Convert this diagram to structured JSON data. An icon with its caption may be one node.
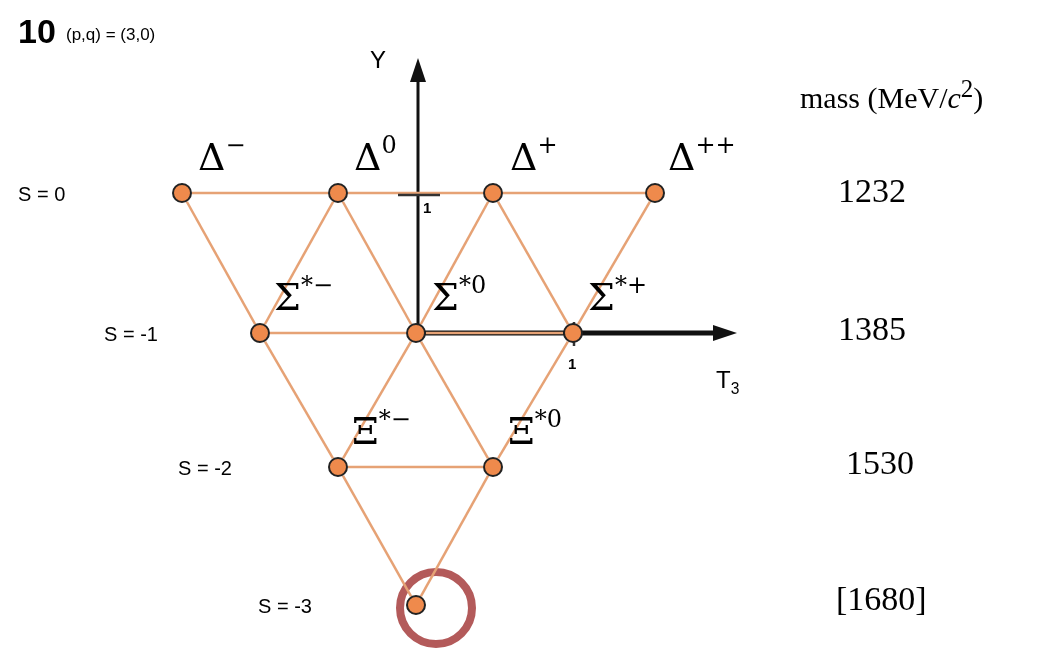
{
  "diagram": {
    "nodes": [
      {
        "text": [],
        "shape": "circle",
        "beside": [
          "Δ$^{−}$"
        ]
      },
      {
        "text": [],
        "shape": "circle",
        "beside": [
          "Δ$^{0}$"
        ]
      },
      {
        "text": [],
        "shape": "circle",
        "beside": [
          "Δ$^{+}$"
        ]
      },
      {
        "text": [],
        "shape": "circle",
        "beside": [
          "Δ$^{++}$"
        ]
      },
      {
        "text": [],
        "shape": "circle",
        "beside": [
          "Σ$^{*−}$"
        ]
      },
      {
        "text": [],
        "shape": "circle",
        "beside": [
          "Σ$^{*0}$"
        ]
      },
      {
        "text": [],
        "shape": "circle",
        "beside": [
          "Σ$^{*+}$"
        ]
      },
      {
        "text": [],
        "shape": "circle",
        "beside": [
          "Ξ$^{*−}$"
        ]
      },
      {
        "text": [],
        "shape": "circle",
        "beside": [
          "Ξ$^{*0}$"
        ]
      },
      {
        "text": [],
        "shape": "circle"
      }
    ],
    "edges": [
      {
        "from": 0,
        "to": 1,
        "arrow": "none"
      },
      {
        "from": 1,
        "to": 2,
        "arrow": "none"
      },
      {
        "from": 2,
        "to": 3,
        "arrow": "none"
      },
      {
        "from": 0,
        "to": 4,
        "arrow": "none"
      },
      {
        "from": 1,
        "to": 4,
        "arrow": "none"
      },
      {
        "from": 1,
        "to": 5,
        "arrow": "none"
      },
      {
        "from": 2,
        "to": 5,
        "arrow": "none"
      },
      {
        "from": 2,
        "to": 6,
        "arrow": "none"
      },
      {
        "from": 3,
        "to": 6,
        "arrow": "none"
      },
      {
        "from": 4,
        "to": 5,
        "arrow": "none"
      },
      {
        "from": 5,
        "to": 6,
        "arrow": "none"
      },
      {
        "from": 4,
        "to": 7,
        "arrow": "none"
      },
      {
        "from": 5,
        "to": 7,
        "arrow": "none"
      },
      {
        "from": 5,
        "to": 8,
        "arrow": "none"
      },
      {
        "from": 6,
        "to": 8,
        "arrow": "none"
      },
      {
        "from": 7,
        "to": 8,
        "arrow": "none"
      },
      {
        "from": 7,
        "to": 9,
        "arrow": "none"
      },
      {
        "from": 8,
        "to": 9,
        "arrow": "none"
      }
    ],
    "labels": [
      "10",
      "(p,q) = (3,0)",
      "Y",
      "mass (MeV/*c*$^{2}$)",
      "S = 0",
      "1",
      "1232",
      "S = -1",
      "1",
      "T$_{3}$",
      "1385",
      "S = -2",
      "1530",
      "S = -3",
      "[1680]"
    ]
  }
}
